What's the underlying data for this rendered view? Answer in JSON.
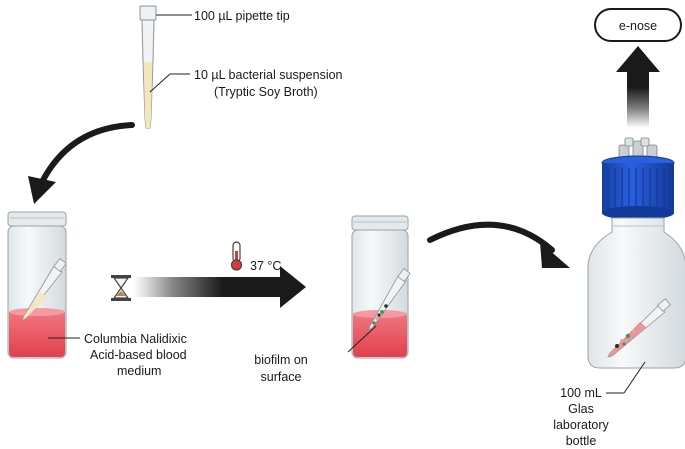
{
  "labels": {
    "pipette_tip": "100 µL pipette tip",
    "suspension_line1": "10 µL bacterial suspension",
    "suspension_line2": "(Tryptic Soy Broth)",
    "medium_line1": "Columbia Nalidixic",
    "medium_line2": "Acid-based blood",
    "medium_line3": "medium",
    "temperature": "37 °C",
    "biofilm_line1": "biofilm on",
    "biofilm_line2": "surface",
    "bottle_line1": "100 mL",
    "bottle_line2": "Glas",
    "bottle_line3": "laboratory",
    "bottle_line4": "bottle",
    "enose": "e-nose"
  },
  "icons": {
    "temperature": "thermometer-icon",
    "time": "hourglass-icon"
  },
  "colors": {
    "medium": "#e94a55",
    "medium_dark": "#c92f3c",
    "glass": "#eef2f4",
    "glass_edge": "#9aa3a8",
    "cap_blue": "#1f4fc6",
    "cap_blue_dark": "#143a99",
    "arrow": "#1a1a1a",
    "pipette_liquid": "#f3e2b4",
    "biofilm_green": "#4f8f5a"
  }
}
